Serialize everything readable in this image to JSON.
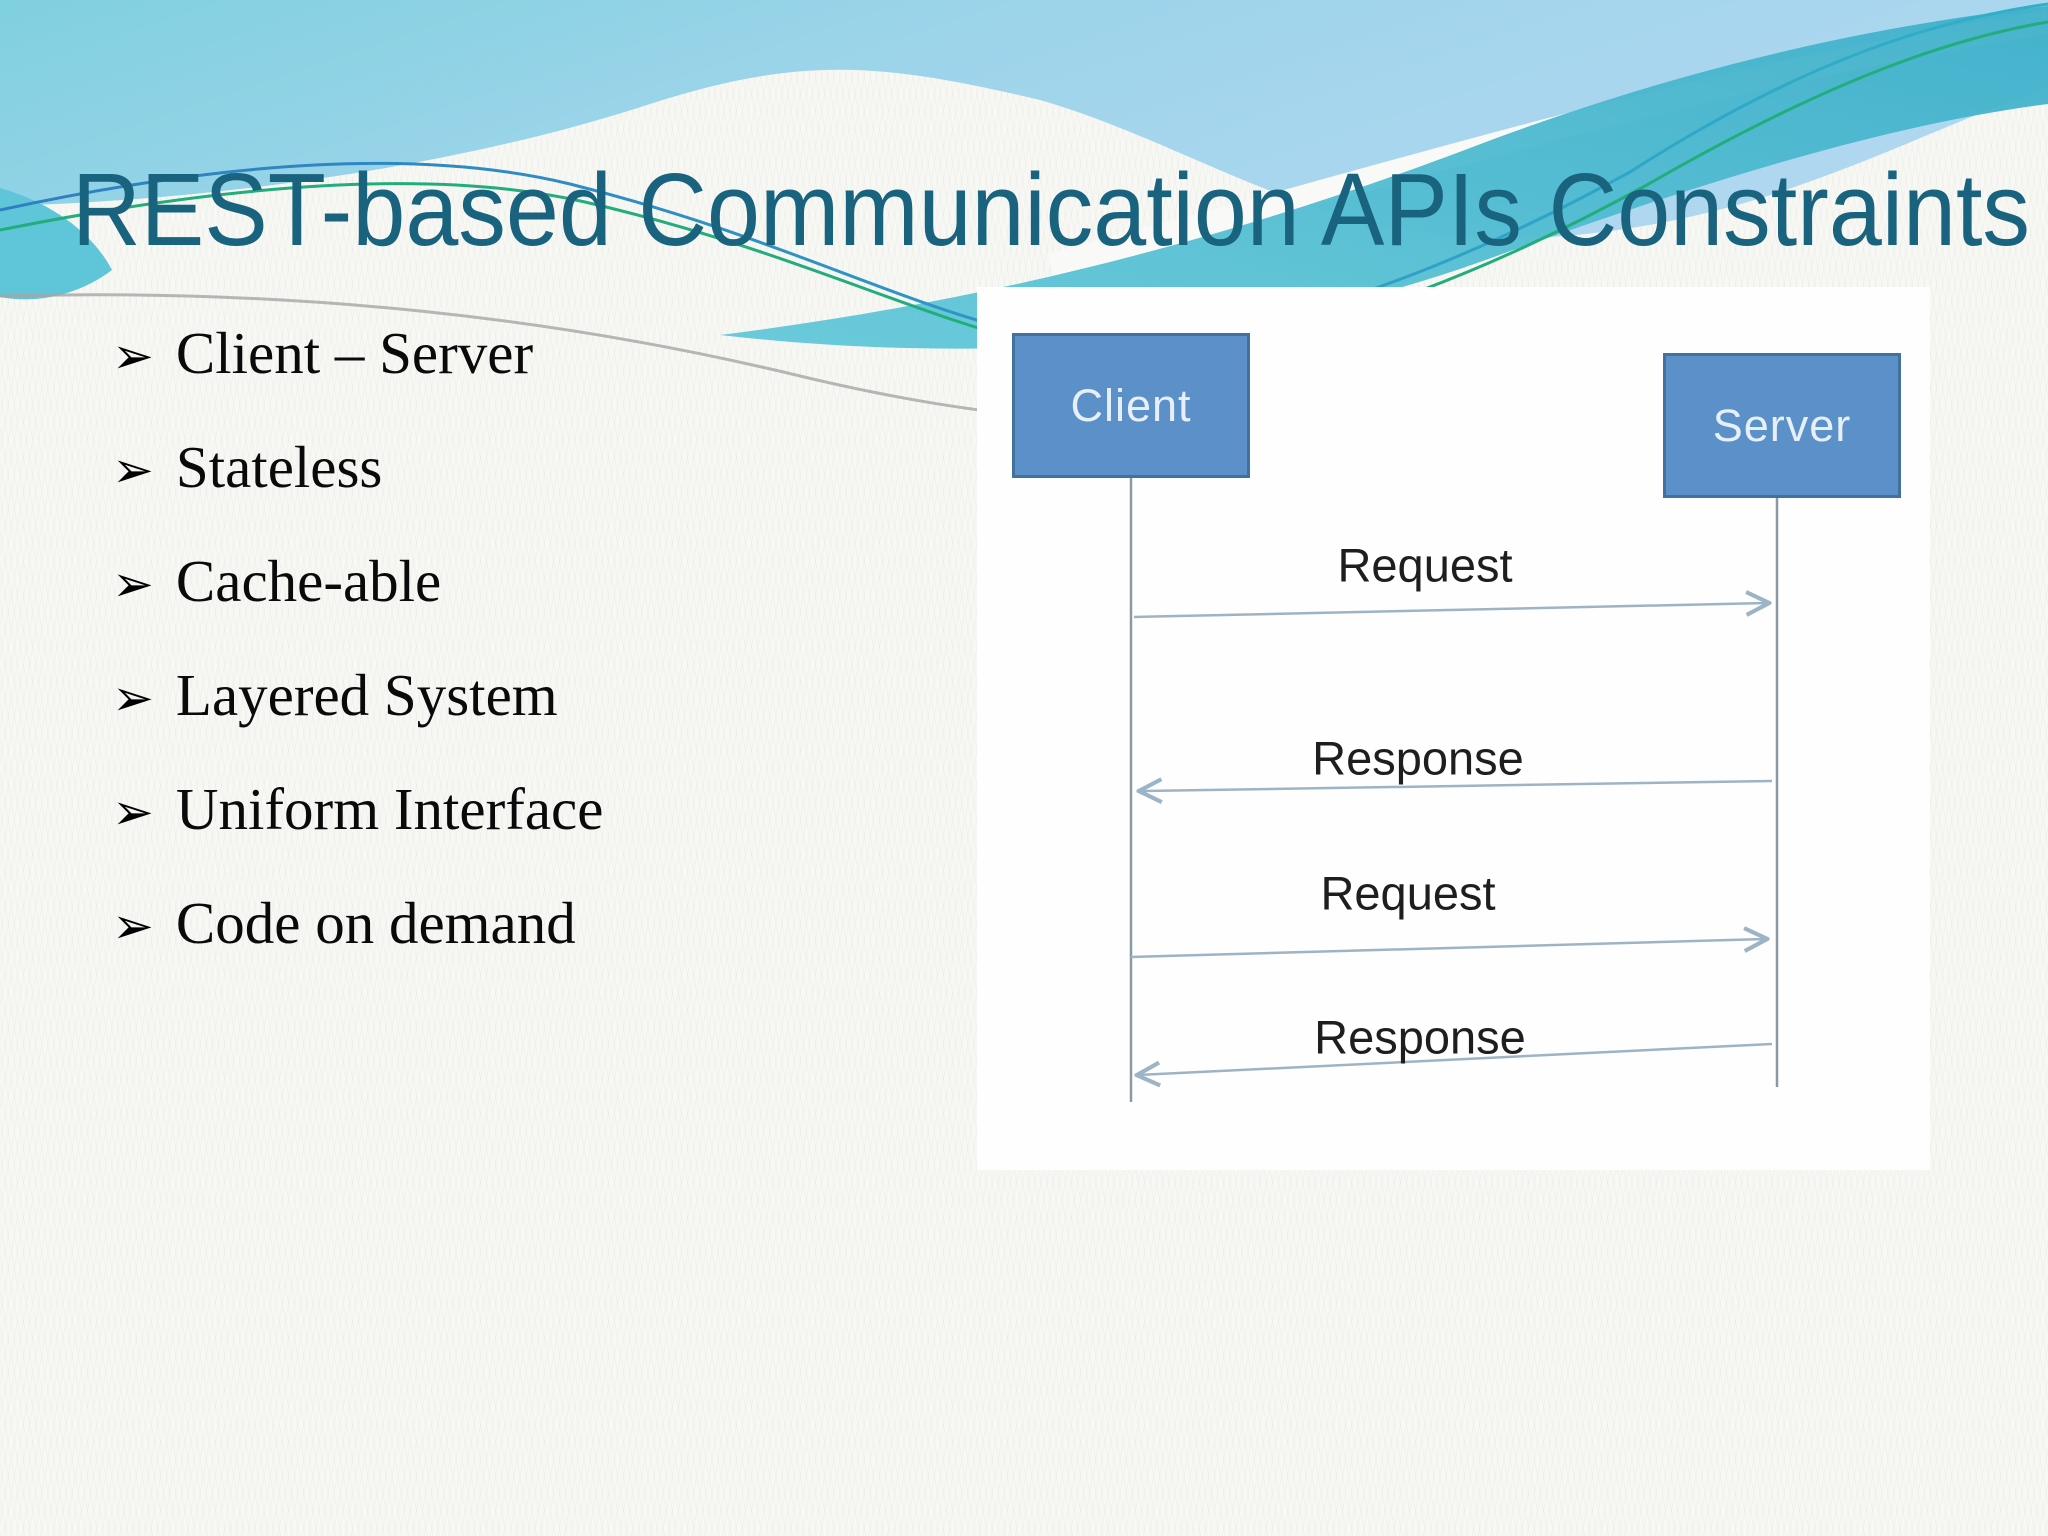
{
  "slide": {
    "title": "REST-based Communication APIs  Constraints",
    "bullet_glyph": "➢",
    "bullets": [
      "Client – Server",
      "Stateless",
      "Cache-able",
      "Layered System",
      "Uniform Interface",
      "Code on demand"
    ]
  },
  "diagram": {
    "actors": [
      {
        "label": "Client"
      },
      {
        "label": "Server"
      }
    ],
    "messages": [
      {
        "label": "Request",
        "direction": "client-to-server"
      },
      {
        "label": "Response",
        "direction": "server-to-client"
      },
      {
        "label": "Request",
        "direction": "client-to-server"
      },
      {
        "label": "Response",
        "direction": "server-to-client"
      }
    ]
  },
  "colors": {
    "title": "#19637E",
    "actor_box_fill": "#5B90C9",
    "actor_box_border": "#41719C",
    "actor_label": "#E7F0FA",
    "message_label": "#1E1E1E",
    "connector": "#9DB4C6",
    "lifeline": "#8A99A6",
    "wave_turquoise": "#49BCD2",
    "accent_green": "#23AC7C",
    "accent_blue": "#2F7FC0",
    "accent_gray": "#A5A5A5"
  }
}
